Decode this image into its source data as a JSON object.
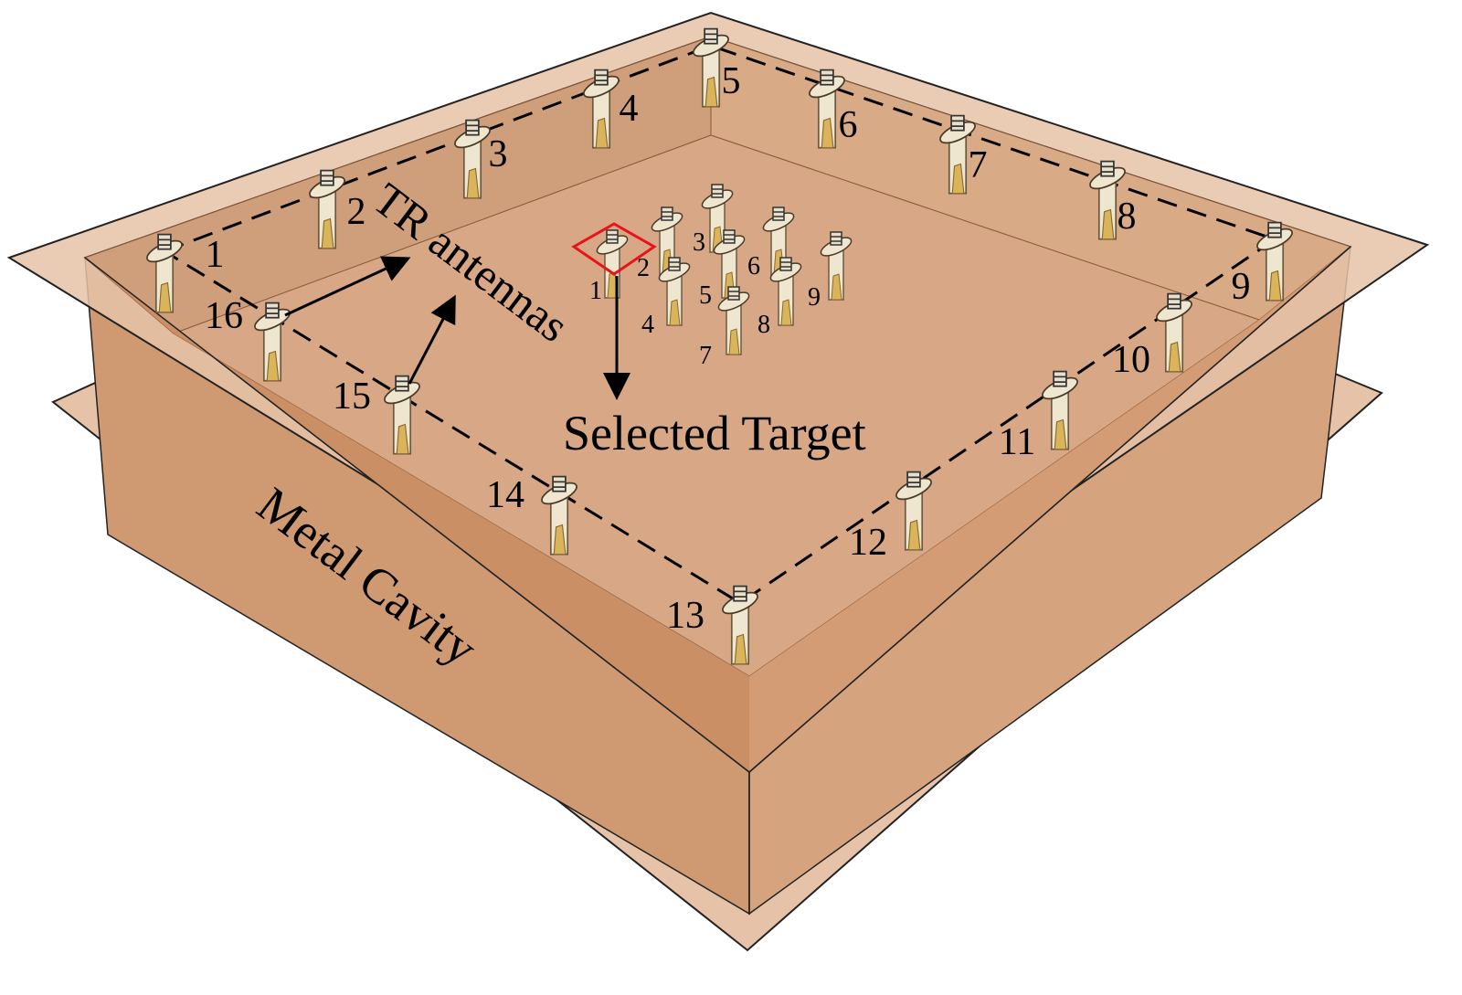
{
  "labels": {
    "tr_antennas": "TR antennas",
    "selected_target": "Selected Target",
    "metal_cavity": "Metal Cavity"
  },
  "ring_antennas": [
    "1",
    "2",
    "3",
    "4",
    "5",
    "6",
    "7",
    "8",
    "9",
    "10",
    "11",
    "12",
    "13",
    "14",
    "15",
    "16"
  ],
  "target_antennas": [
    "1",
    "2",
    "3",
    "4",
    "5",
    "6",
    "7",
    "8",
    "9"
  ],
  "colors": {
    "plate": "#e6c3a8",
    "cavity_floor": "#d7a783",
    "cavity_wall": "#cc9266",
    "highlight": "#e8141b"
  }
}
